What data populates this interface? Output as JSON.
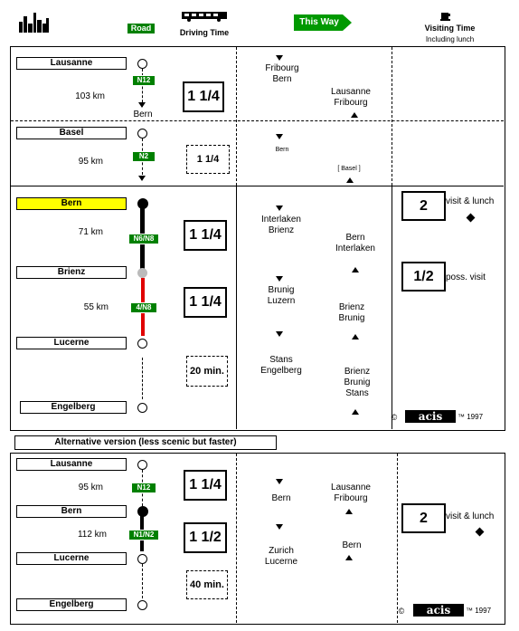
{
  "header": {
    "road_badge": "Road",
    "driving_time": "Driving Time",
    "this_way": "This Way",
    "visiting_time": "Visiting Time",
    "including_lunch": "Including lunch"
  },
  "section1": {
    "lausanne": "Lausanne",
    "km1": "103 km",
    "road1": "N12",
    "time1": "1 1/4",
    "bern_label": "Bern",
    "fribourg_bern": [
      "Fribourg",
      "Bern"
    ],
    "lausanne_fribourg": [
      "Lausanne",
      "Fribourg"
    ]
  },
  "section2": {
    "basel": "Basel",
    "km": "95 km",
    "road": "N2",
    "time": "1 1/4",
    "bern_small": "Bern",
    "basel_small": "[ Basel ]"
  },
  "section3": {
    "bern": "Bern",
    "km1": "71 km",
    "road1": "N6/N8",
    "time1": "1 1/4",
    "brienz": "Brienz",
    "km2": "55 km",
    "road2": "4/N8",
    "time2": "1 1/4",
    "lucerne": "Lucerne",
    "time3": "20 min.",
    "engelberg": "Engelberg",
    "interlaken_brienz": [
      "Interlaken",
      "Brienz"
    ],
    "brunig_luzern": [
      "Brunig",
      "Luzern"
    ],
    "stans_engelberg": [
      "Stans",
      "Engelberg"
    ],
    "bern_interlaken": [
      "Bern",
      "Interlaken"
    ],
    "brienz_brunig": [
      "Brienz",
      "Brunig"
    ],
    "brienz_brunig_stans": [
      "Brienz",
      "Brunig",
      "Stans"
    ],
    "visit1_num": "2",
    "visit1_text": "visit & lunch",
    "visit2_num": "1/2",
    "visit2_text": "poss. visit",
    "copyright": "©",
    "logo": "acis",
    "tm_year": "™ 1997"
  },
  "alt_label": "Alternative version (less scenic but faster)",
  "section4": {
    "lausanne": "Lausanne",
    "km1": "95 km",
    "road1": "N12",
    "time1": "1 1/4",
    "bern": "Bern",
    "km2": "112 km",
    "road2": "N1/N2",
    "time2": "1 1/2",
    "lucerne": "Lucerne",
    "time3": "40 min.",
    "engelberg": "Engelberg",
    "bern_dir": "Bern",
    "zurich_lucerne": [
      "Zurich",
      "Lucerne"
    ],
    "lausanne_fribourg": [
      "Lausanne",
      "Fribourg"
    ],
    "bern_up": "Bern",
    "visit_num": "2",
    "visit_text": "visit & lunch",
    "copyright": "©",
    "logo": "acis",
    "tm_year": "™ 1997"
  },
  "icons": [
    "city-skyline-icon",
    "bus-icon",
    "coffee-cup-icon",
    "triangle-down-icon",
    "triangle-up-icon",
    "diamond-icon"
  ],
  "colors": {
    "road_green": "#008000",
    "highlight_yellow": "#ffff00",
    "route_red": "#e00000",
    "this_way_green": "#009900"
  }
}
